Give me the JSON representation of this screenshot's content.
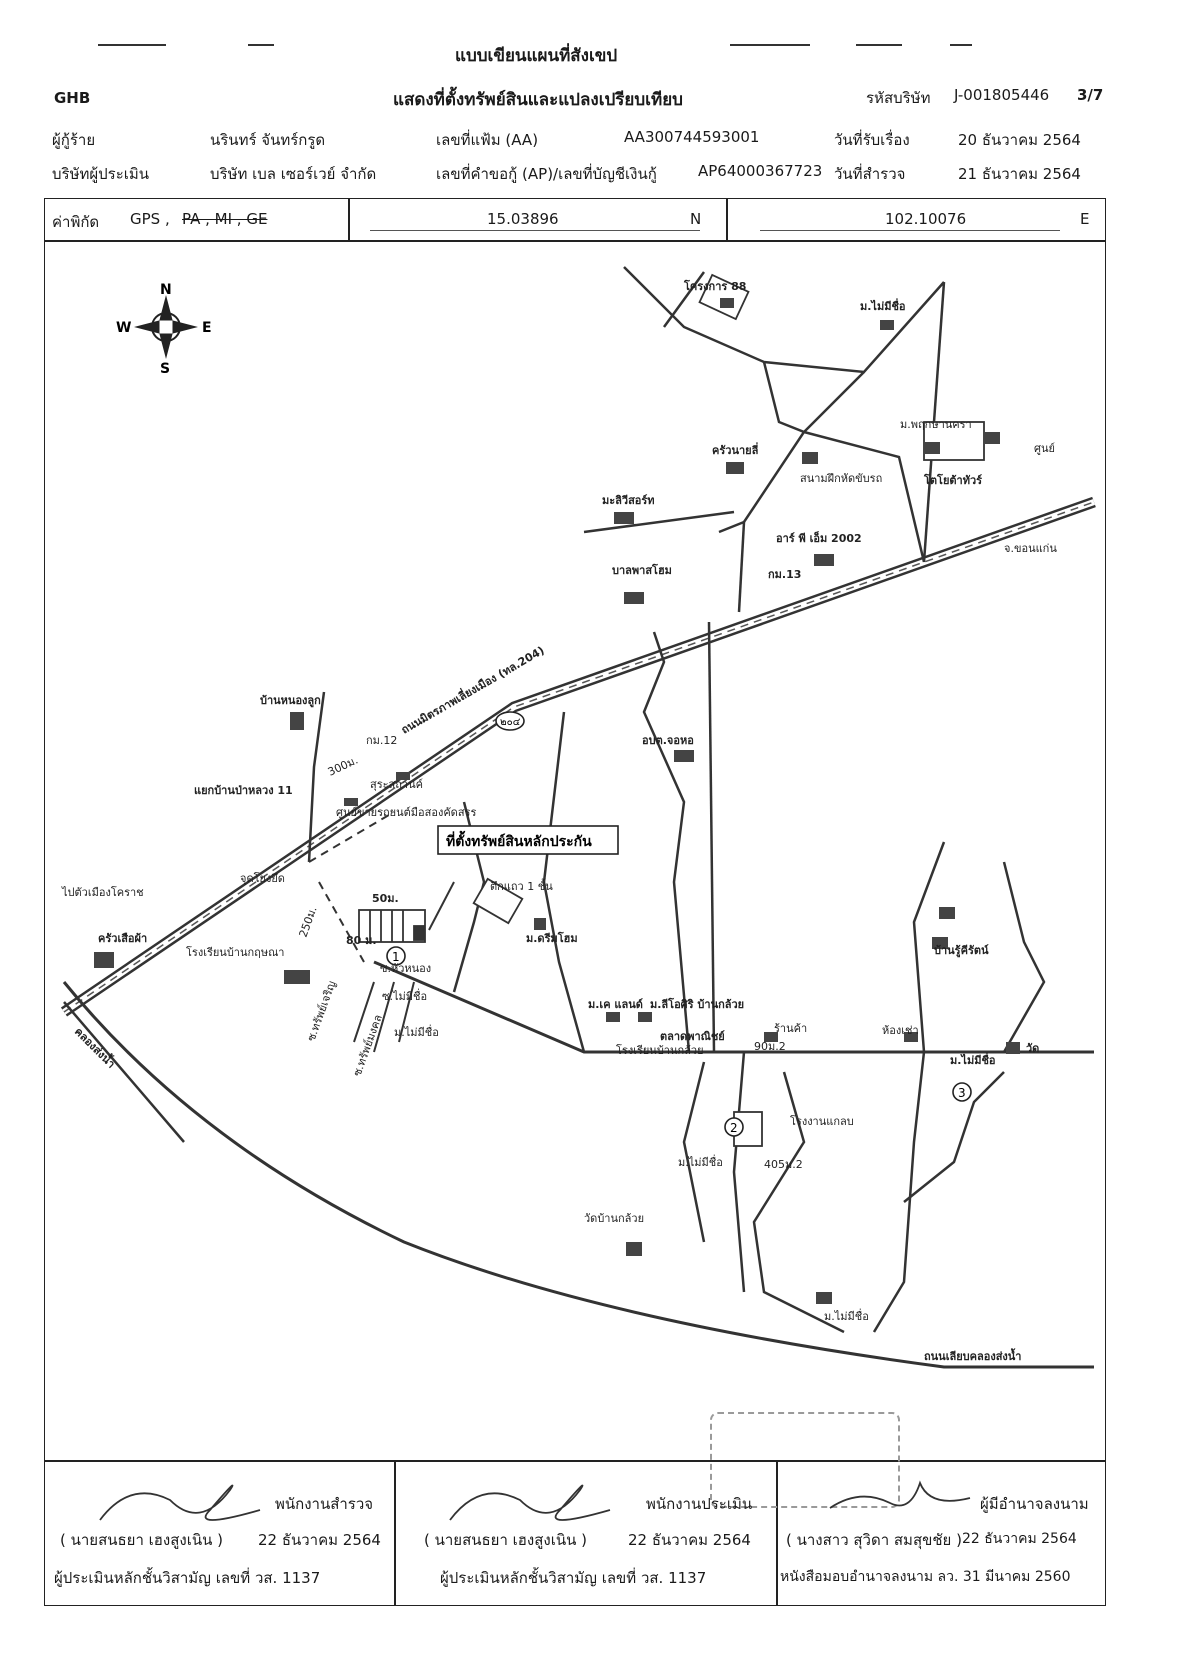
{
  "header": {
    "title_line1": "แบบเขียนแผนที่สังเขป",
    "title_line2": "แสดงที่ตั้งทรัพย์สินและแปลงเปรียบเทียบ",
    "bank": "GHB",
    "company_code_label": "รหัสบริษัท",
    "company_code": "J-001805446",
    "page": "3/7",
    "borrower_label": "ผู้กู้ร้าย",
    "borrower": "นรินทร์  จันทร์กรูด",
    "file_no_label": "เลขที่แฟ้ม (AA)",
    "file_no": "AA300744593001",
    "received_label": "วันที่รับเรื่อง",
    "received_date": "20 ธันวาคม 2564",
    "appraiser_company_label": "บริษัทผู้ประเมิน",
    "appraiser_company": "บริษัท เบล เซอร์เวย์ จำกัด",
    "loan_no_label": "เลขที่คำขอกู้ (AP)/เลขที่บัญชีเงินกู้",
    "loan_no": "AP64000367723",
    "survey_label": "วันที่สำรวจ",
    "survey_date": "21 ธันวาคม 2564"
  },
  "coords": {
    "label": "ค่าพิกัด",
    "gps": "GPS ,",
    "struck": "PA  ,   MI  ,  GE",
    "lat": "15.03896",
    "lat_dir": "N",
    "lon": "102.10076",
    "lon_dir": "E"
  },
  "map": {
    "compass": {
      "n": "N",
      "s": "S",
      "e": "E",
      "w": "W"
    },
    "labels": {
      "project88": "โครงการ 88",
      "maisiri": "ม.ไม่มีชื่อ",
      "kruanayee": "ครัวนายลี่",
      "driving_school": "สนามฝึกหัดขับรถ",
      "phruksa": "ม.พฤกษานครา",
      "toyota": "โตโยต้าทัวร์",
      "center": "ศูนย์",
      "mazda": "มะลิวีสอร์ท",
      "pt2002": "อาร์ พี เอ็ม 2002",
      "km13": "กม.13",
      "to_khonkaen": "จ.ขอนแก่น",
      "bamphasom": "บาลพาสโฮม",
      "highway": "ถนนมิตรภาพเลี่ยงเมือง (ทล.204)",
      "hw_shield": "๒๐๔",
      "obt": "อบต.จอหอ",
      "nongkhai": "บ้านหนองลูก",
      "km12": "กม.12",
      "dist300": "300ม.",
      "junction": "แยกบ้านป่าหลวง 11",
      "soi_mosque": "สุระสถานค์",
      "showroom": "ศูนย์ขายรถยนต์มือสองคัดสรร",
      "subject": "ที่ตั้งทรัพย์สินหลักประกัน",
      "checkpoint": "จุดโยงยึด",
      "d50": "50ม.",
      "d80": "80 ม.",
      "d250": "250ม.",
      "to_mueang": "ไปตัวเมืองโคราช",
      "kruasue": "ครัวเสือผ้า",
      "school": "โรงเรียนบ้านกฤษณา",
      "twostory": "ตึกแถว 1 ชั้น",
      "dreamhome": "ม.ดรีมโฮม",
      "mk_land": "ม.เค แลนด์",
      "leosiri": "ม.ลีโอศิริ บ้านกล้วย",
      "soi_a": "ซ.ทรัพย์เจริญ",
      "soi_b": "ซ.ทรัพย์มงคล",
      "soi_c": "ซ.หัวหนอง",
      "nameless2": "ม.ไม่มีชื่อ",
      "nameless_road": "ซ.ไม่มีชื่อ",
      "shop": "ร้านค้า",
      "restroom": "ห้องเช่า",
      "banrukkarat": "บ้านรู้คีรัตน์",
      "temple_lbl": "วัด",
      "school2": "โรงเรียนบ้านกล้วย",
      "market": "ตลาดพาณิชย์",
      "dist_l2": "90ม.2",
      "gas": "โรงงานแกลบ",
      "d405": "405ม.2",
      "nameless3": "ม.ไม่มีชื่อ",
      "wat_bankluay": "วัดบ้านกล้วย",
      "nameless4": "ม.ไม่มีชื่อ",
      "road_bottom": "ถนนเลียบคลองส่งน้ำ",
      "canal": "คลองส่งน้ำ",
      "nameless5": "ม.ไม่มีชื่อ",
      "c1": "1",
      "c2": "2",
      "c3": "3"
    }
  },
  "signatures": [
    {
      "role": "พนักงานสำรวจ",
      "name": "( นายสนธยา  เฮงสูงเนิน )",
      "date": "22 ธันวาคม 2564",
      "position": "ผู้ประเมินหลักชั้นวิสามัญ  เลขที่ วส. 1137"
    },
    {
      "role": "พนักงานประเมิน",
      "name": "( นายสนธยา  เฮงสูงเนิน )",
      "date": "22 ธันวาคม 2564",
      "position": "ผู้ประเมินหลักชั้นวิสามัญ  เลขที่ วส. 1137"
    },
    {
      "role": "ผู้มีอำนาจลงนาม",
      "name": "( นางสาว สุวิดา  สมสุขชัย )",
      "date": "22 ธันวาคม 2564",
      "position": "หนังสือมอบอำนาจลงนาม ลว. 31 มีนาคม 2560"
    }
  ]
}
